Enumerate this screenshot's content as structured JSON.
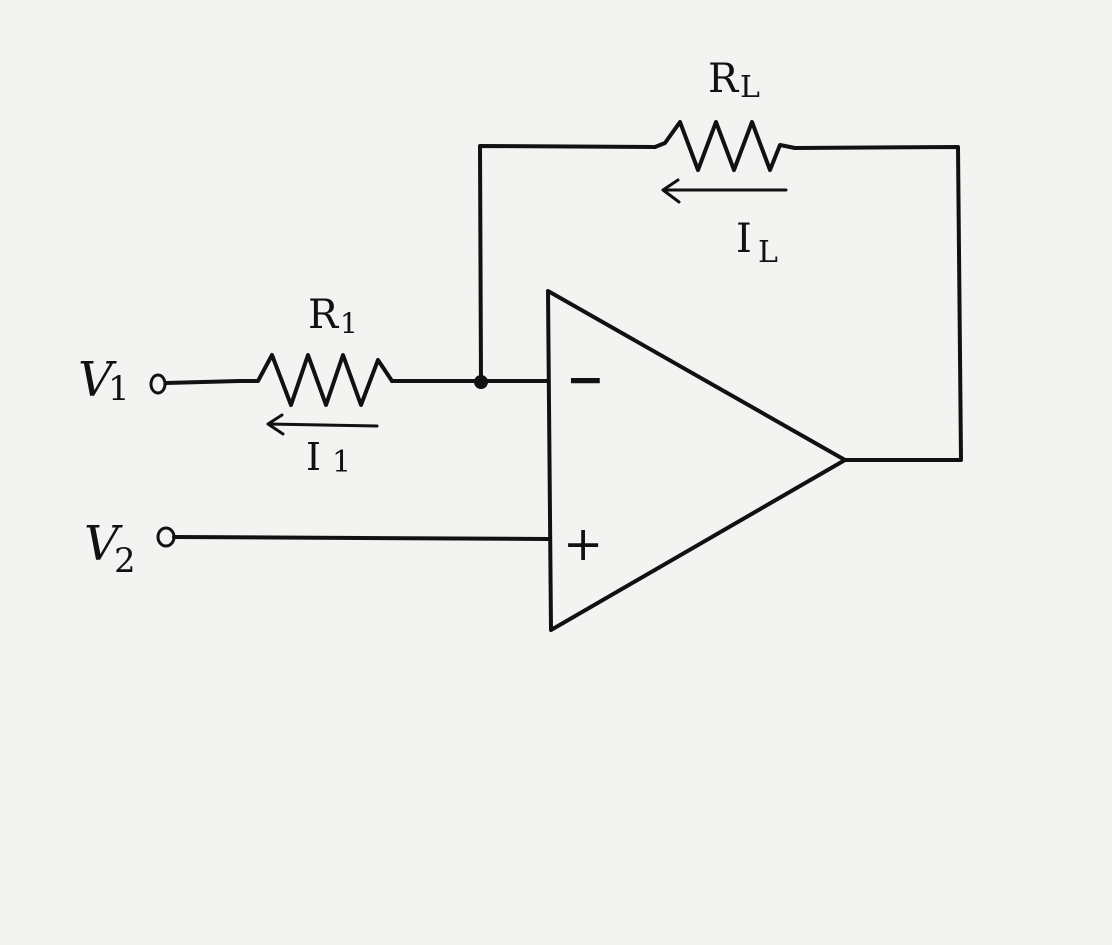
{
  "diagram": {
    "labels": {
      "v1": {
        "main": "V",
        "sub": "1"
      },
      "v2": {
        "main": "V",
        "sub": "2"
      },
      "r1": {
        "main": "R",
        "sub": "1"
      },
      "rl": {
        "main": "R",
        "sub": "L"
      },
      "i1": {
        "main": "I",
        "sub": "1"
      },
      "il": {
        "main": "I",
        "sub": "L"
      }
    },
    "opamp": {
      "inverting_symbol": "−",
      "noninverting_symbol": "+"
    }
  }
}
